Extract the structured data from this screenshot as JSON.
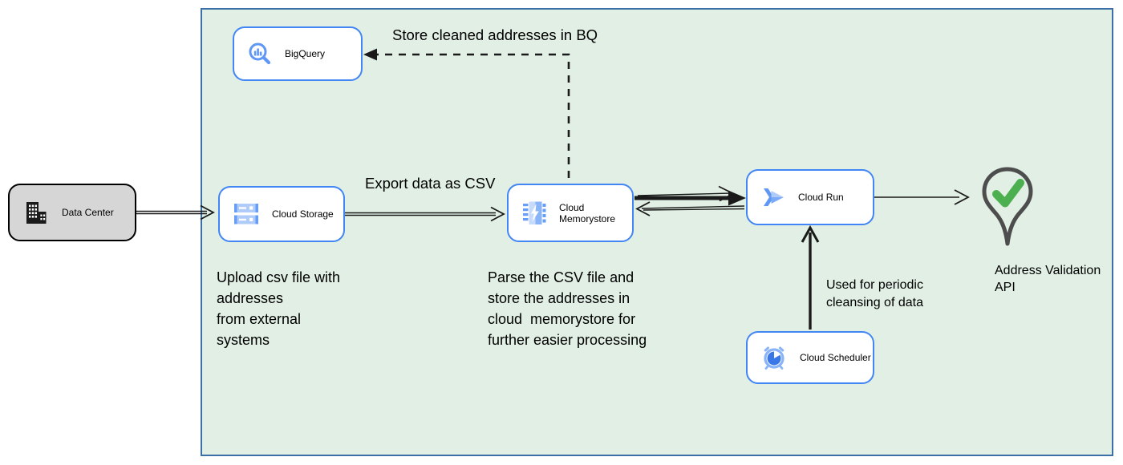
{
  "diagram": {
    "nodes": {
      "data_center": {
        "label": "Data Center"
      },
      "bigquery": {
        "label": "BigQuery"
      },
      "cloud_storage": {
        "label": "Cloud Storage"
      },
      "cloud_memorystore": {
        "label": "Cloud Memorystore"
      },
      "cloud_run": {
        "label": "Cloud Run"
      },
      "cloud_scheduler": {
        "label": "Cloud Scheduler"
      },
      "address_validation_api": {
        "label": "Address Validation API"
      }
    },
    "edge_labels": {
      "store_in_bq": "Store cleaned addresses in BQ",
      "export_csv": "Export data as CSV",
      "periodic_cleansing": "Used for periodic\ncleansing of data"
    },
    "annotations": {
      "upload_note": "Upload csv file with\naddresses\nfrom external\nsystems",
      "parse_note": "Parse the CSV file and\nstore the addresses in\ncloud  memorystore for\nfurther easier processing"
    },
    "colors": {
      "container_fill": "#e1efe5",
      "container_border": "#3a70a5",
      "node_border": "#4285f4",
      "node_fill": "#ffffff",
      "datacenter_fill": "#d6d6d6",
      "datacenter_border": "#000000",
      "icon_blue": "#5e97f6",
      "icon_blue_mid": "#8ab4f8",
      "icon_blue_pale": "#c6dafc",
      "icon_blue_dark": "#3b78e7",
      "arrow_black": "#1a1a1a",
      "pin_gray": "#4d4d4d",
      "check_green": "#4caf50"
    }
  }
}
